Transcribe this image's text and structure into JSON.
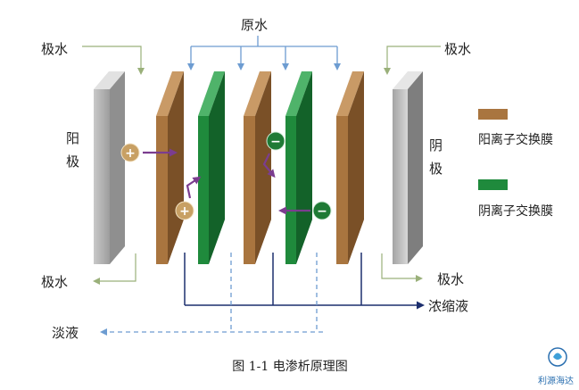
{
  "labels": {
    "raw_water": "原水",
    "electrode_water_tl": "极水",
    "electrode_water_tr": "极水",
    "electrode_water_bl": "极水",
    "electrode_water_br": "极水",
    "anode_1": "阳",
    "anode_2": "极",
    "cathode_1": "阴",
    "cathode_2": "极",
    "concentrate": "浓缩液",
    "dilute": "淡液",
    "caption": "图 1-1 电渗析原理图",
    "watermark": "利源海达"
  },
  "legend": [
    {
      "label": "阳离子交换膜",
      "color": "#a9753f"
    },
    {
      "label": "阴离子交换膜",
      "color": "#1f8a3c"
    }
  ],
  "colors": {
    "cation_membrane": "#a9753f",
    "anion_membrane": "#1f8a3c",
    "electrode": "#b8b8b8",
    "raw_arrow": "#6d9cd1",
    "dark_arrow": "#1c2f6e",
    "ion_arrow": "#7b3d8f",
    "electrode_arrow": "#9ab07a"
  },
  "ions": {
    "cation_symbol": "+",
    "anion_symbol": "−"
  }
}
